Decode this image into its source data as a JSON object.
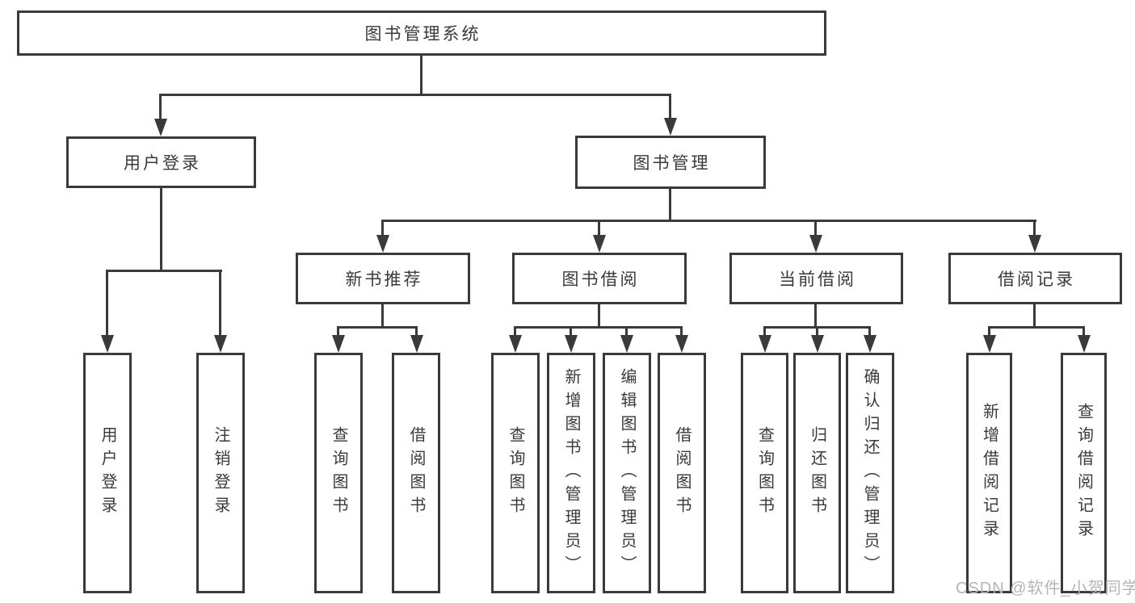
{
  "tree": {
    "label": "图书管理系统",
    "children": [
      {
        "label": "用户登录",
        "children": [
          {
            "label": "用户登录"
          },
          {
            "label": "注销登录"
          }
        ]
      },
      {
        "label": "图书管理",
        "children": [
          {
            "label": "新书推荐",
            "children": [
              {
                "label": "查询图书"
              },
              {
                "label": "借阅图书"
              }
            ]
          },
          {
            "label": "图书借阅",
            "children": [
              {
                "label": "查询图书"
              },
              {
                "label": "新增图书（管理员）"
              },
              {
                "label": "编辑图书（管理员）"
              },
              {
                "label": "借阅图书"
              }
            ]
          },
          {
            "label": "当前借阅",
            "children": [
              {
                "label": "查询图书"
              },
              {
                "label": "归还图书"
              },
              {
                "label": "确认归还（管理员）"
              }
            ]
          },
          {
            "label": "借阅记录",
            "children": [
              {
                "label": "新增借阅记录"
              },
              {
                "label": "查询借阅记录"
              }
            ]
          }
        ]
      }
    ]
  },
  "watermark": {
    "text": "CSDN @软件_小贺同学"
  },
  "colors": {
    "line": "#3a3a3a",
    "box_border": "#3a3a3a",
    "text": "#3a3a3a",
    "watermark": "#b5b5b5",
    "background": "#ffffff"
  }
}
